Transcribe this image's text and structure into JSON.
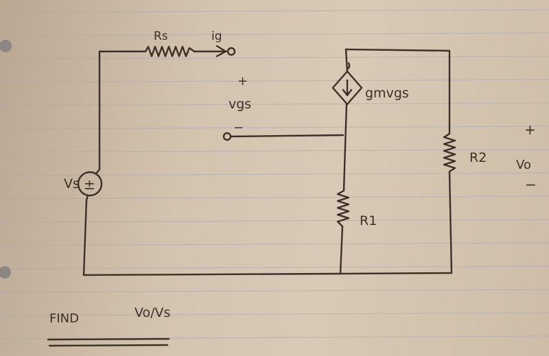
{
  "labels": {
    "rs": "Rs",
    "ig": "ig",
    "vgs_plus": "+",
    "vgs": "vgs",
    "vgs_minus": "−",
    "vs": "Vs",
    "source_symbol": "±",
    "dep_source": "gmvgs",
    "r1": "R1",
    "r2": "R2",
    "vo_plus": "+",
    "vo": "Vo",
    "vo_minus": "−"
  },
  "task": {
    "find_word": "FIND",
    "expression": "Vo/Vs"
  },
  "colors": {
    "ink": "#3b2f26",
    "paper": "#d3c4b0",
    "ruled_line": "#a9a7b4"
  }
}
